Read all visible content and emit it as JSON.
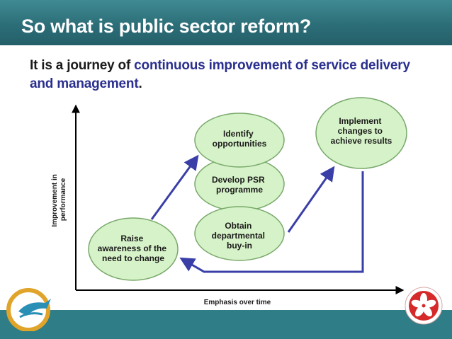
{
  "slide": {
    "title": "So what is public sector reform?",
    "subtitle_prefix": "It is a journey of ",
    "subtitle_highlight": "continuous improvement of service delivery and management",
    "subtitle_suffix": "."
  },
  "diagram": {
    "y_axis_label": [
      "Improvement in",
      "performance"
    ],
    "x_axis_label": "Emphasis over time",
    "nodes": [
      {
        "id": "raise",
        "lines": [
          "Raise",
          "awareness of the",
          "need to change"
        ]
      },
      {
        "id": "identify",
        "lines": [
          "Identify",
          "opportunities"
        ]
      },
      {
        "id": "develop",
        "lines": [
          "Develop PSR",
          "programme"
        ]
      },
      {
        "id": "obtain",
        "lines": [
          "Obtain",
          "departmental",
          "buy-in"
        ]
      },
      {
        "id": "implement",
        "lines": [
          "Implement",
          "changes to",
          "achieve results"
        ]
      }
    ],
    "colors": {
      "node_fill": "#d6f2c8",
      "node_stroke": "#78a86a",
      "arrow": "#3a3fa8",
      "header": "#2c6e78",
      "accent_text": "#2a2f8f"
    }
  },
  "icons": {
    "left_logo": "efficiency-unit-logo-icon",
    "right_logo": "bauhinia-emblem-icon"
  }
}
